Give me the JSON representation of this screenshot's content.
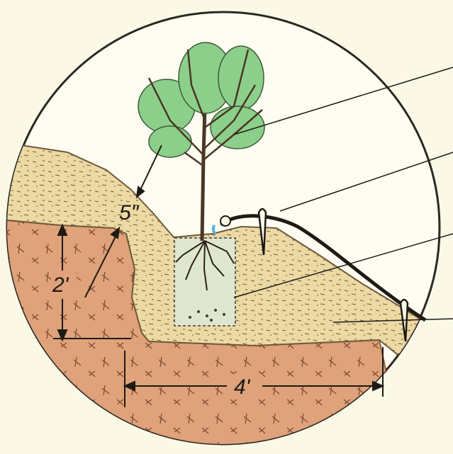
{
  "diagram": {
    "colors": {
      "background": "#fbf8e6",
      "circle_outline": "#2b2824",
      "clay_subsoil": "#dfa27a",
      "sand_fill": "#ecd9a4",
      "foliage": "#8ccf8a",
      "trunk": "#4a3624",
      "drip_line": "#1e1a14",
      "emitter_drop": "#4fb3e0",
      "root_zone": "#dfe6cf"
    },
    "labels": {
      "mound_depth": "5\"",
      "bed_height": "2'",
      "bed_width": "4'"
    },
    "elements": [
      "circular-inset",
      "clay-subsoil",
      "sand-fill-mound",
      "young-tree",
      "root-ball",
      "drip-irrigation-line",
      "irrigation-stakes",
      "callout-leader-lines",
      "dimension-arrows"
    ]
  }
}
